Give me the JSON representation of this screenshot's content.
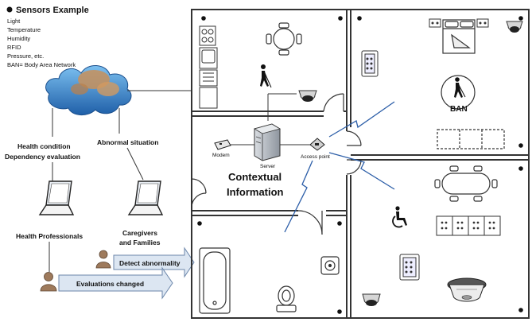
{
  "legend": {
    "title": "Sensors Example",
    "items": [
      "Light",
      "Temperature",
      "Humidity",
      "RFID",
      "Pressure, etc.",
      "BAN= Body Area Network"
    ]
  },
  "labels": {
    "health_condition": "Health condition",
    "dependency_evaluation": "Dependency evaluation",
    "abnormal_situation": "Abnormal situation",
    "health_professionals": "Health Professionals",
    "caregivers": "Caregivers",
    "and_families": "and Families",
    "detect_abnormality": "Detect abnormality",
    "evaluations_changed": "Evaluations changed",
    "modem": "Modem",
    "server": "Server",
    "access_point": "Access point",
    "contextual": "Contextual",
    "information": "Information",
    "ban": "BAN"
  },
  "colors": {
    "wall": "#333333",
    "cloud": "#2f7fc6",
    "signal": "#2c5ea8",
    "arrow_fill": "#dce6f2",
    "arrow_stroke": "#6b86aa",
    "person": "#9e7a5c"
  },
  "icons": [
    "cloud-icon",
    "laptop-icon",
    "person-icon",
    "server-icon",
    "modem-icon",
    "access-point-icon",
    "camera-icon",
    "wheelchair-icon",
    "blind-person-icon",
    "bed-icon",
    "sofa-icon",
    "armchair-icon",
    "dining-table-icon",
    "bathtub-icon",
    "toilet-icon",
    "sink-icon",
    "stove-icon",
    "smoke-detector-icon",
    "lightning-icon"
  ]
}
